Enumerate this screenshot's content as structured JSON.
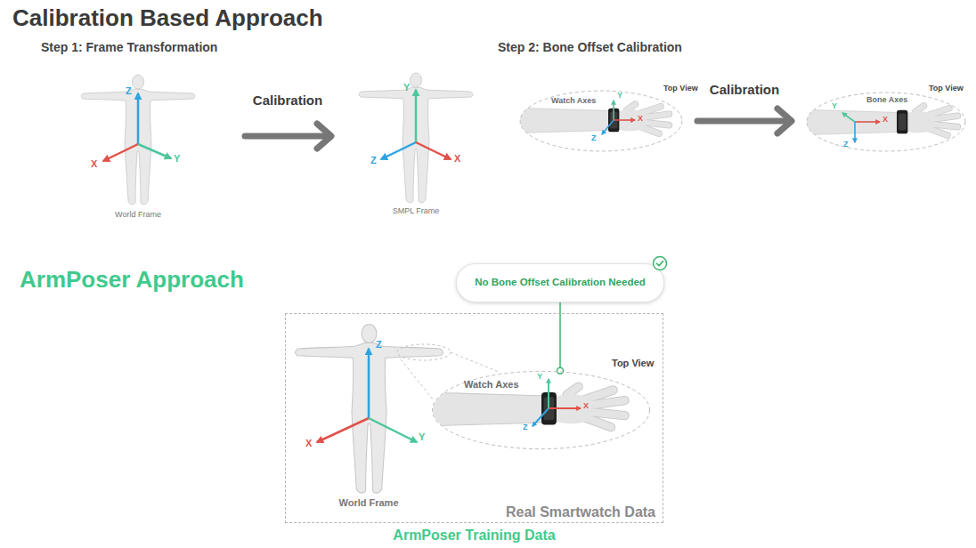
{
  "diagram": {
    "title": "Calibration Based Approach",
    "nodes": [
      {
        "text": [
          "Top View",
          "Watch Axes"
        ]
      },
      {
        "text": [
          "Top View",
          "Bone Axes"
        ]
      },
      {
        "text": [
          "No Bone Offset Calibration Needed"
        ]
      },
      {
        "text": [
          "Real Smartwatch Data",
          "ArmPoser Training Data"
        ]
      },
      {
        "text": [
          "Top View",
          "Watch Axes"
        ],
        "in": 3
      }
    ],
    "edges": [
      {
        "from": 0,
        "to": 1,
        "arrow": "to",
        "label": "Calibration"
      },
      {
        "from": 2,
        "to": 4,
        "arrow": "none"
      }
    ],
    "labels": [
      "Step 1: Frame Transformation",
      "Calibration",
      "World Frame",
      "Z",
      "X",
      "Y",
      "SMPL Frame",
      "Y",
      "Z",
      "X",
      "Step 2: Bone Offset Calibration",
      "Y",
      "X",
      "Z",
      "Y",
      "X",
      "Z",
      "ArmPoser Approach",
      "World Frame",
      "Z",
      "X",
      "Y",
      "Y",
      "X",
      "Z"
    ]
  }
}
